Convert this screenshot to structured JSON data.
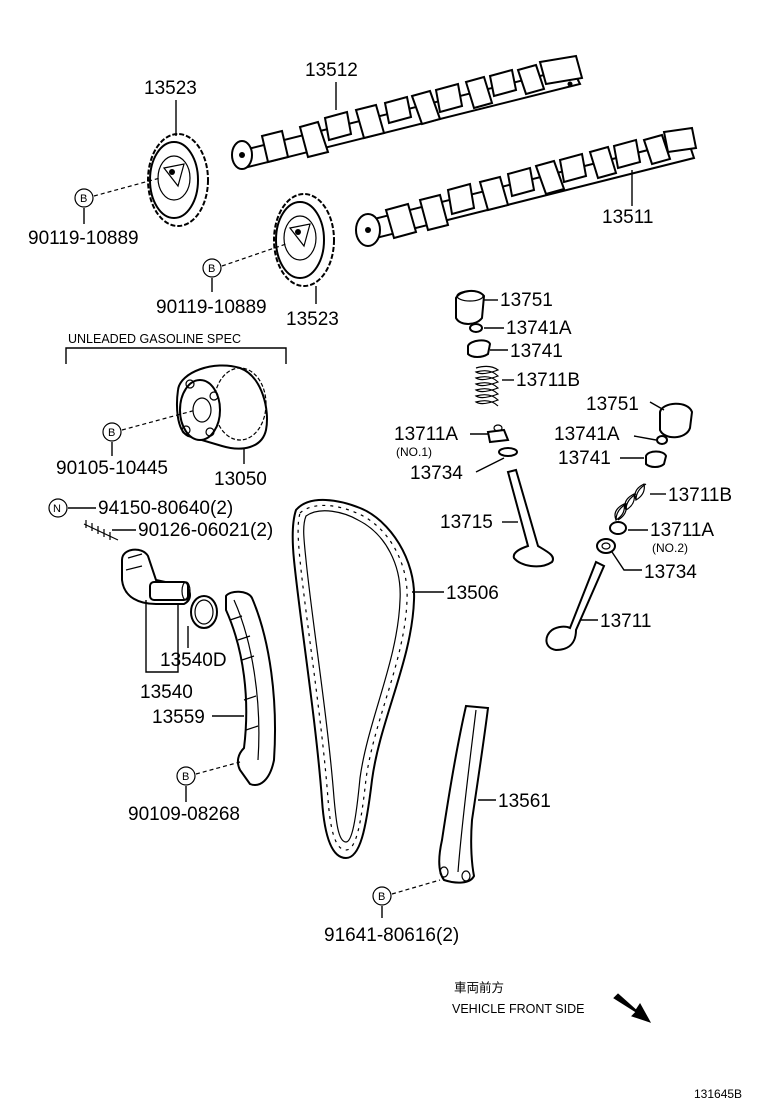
{
  "labels": {
    "p13523_top": "13523",
    "p13512": "13512",
    "p13511": "13511",
    "b_bolt_1": "90119-10889",
    "b_bolt_2": "90119-10889",
    "p13523_bottom": "13523",
    "unleaded_spec": "UNLEADED GASOLINE SPEC",
    "p90105": "90105-10445",
    "p13050": "13050",
    "p13751_a": "13751",
    "p13741A_a": "13741A",
    "p13741_a": "13741",
    "p13711B_a": "13711B",
    "p13711A_a": "13711A",
    "no1": "(NO.1)",
    "p13734_a": "13734",
    "p13715": "13715",
    "p13751_b": "13751",
    "p13741A_b": "13741A",
    "p13741_b": "13741",
    "p13711B_b": "13711B",
    "p13711A_b": "13711A",
    "no2": "(NO.2)",
    "p13734_b": "13734",
    "p13711": "13711",
    "p94150": "94150-80640(2)",
    "p90126": "90126-06021(2)",
    "p13506": "13506",
    "p13540D": "13540D",
    "p13540": "13540",
    "p13559": "13559",
    "p90109": "90109-08268",
    "p13561": "13561",
    "p91641": "91641-80616(2)",
    "front_jp": "車両前方",
    "front_en": "VEHICLE FRONT SIDE",
    "figure_id": "131645B",
    "mark_b": "B",
    "mark_n": "N"
  }
}
